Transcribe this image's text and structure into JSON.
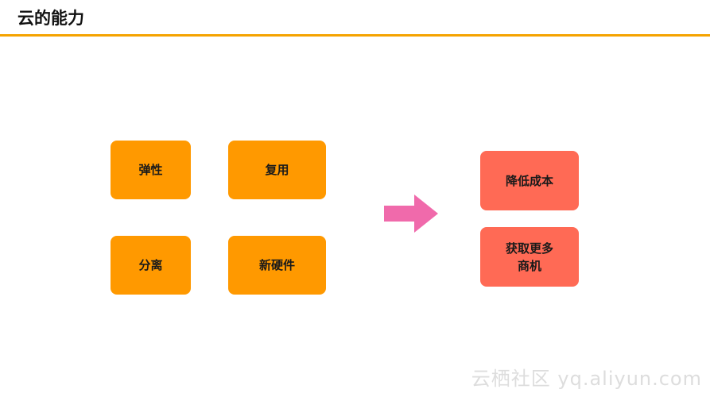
{
  "slide": {
    "title": "云的能力"
  },
  "left_group": {
    "items": [
      {
        "label": "弹性"
      },
      {
        "label": "复用"
      },
      {
        "label": "分离"
      },
      {
        "label": "新硬件"
      }
    ]
  },
  "right_group": {
    "items": [
      {
        "label": "降低成本"
      },
      {
        "label": "获取更多\n商机"
      }
    ]
  },
  "watermark": {
    "text": "云栖社区 yq.aliyun.com"
  },
  "colors": {
    "accent_rule": "#f5a300",
    "left_box": "#ff9900",
    "right_box": "#ff6a55",
    "arrow": "#f06aab"
  }
}
